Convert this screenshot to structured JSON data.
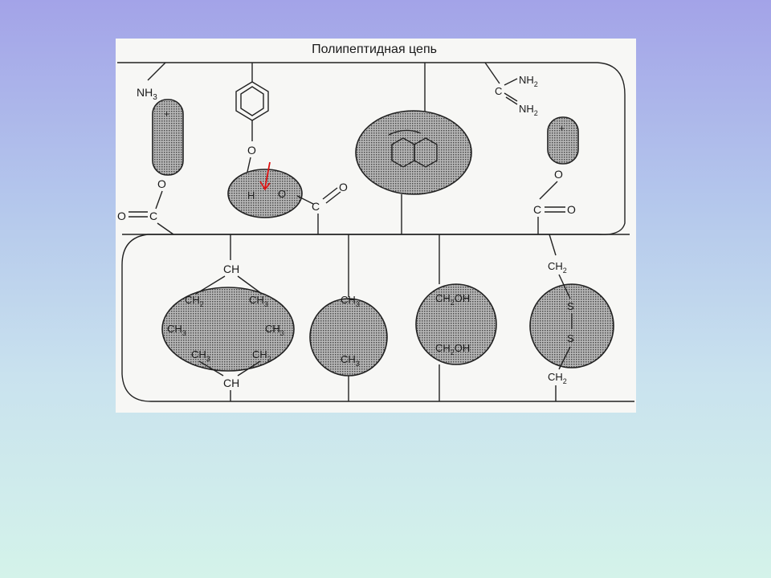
{
  "title": "Полипептидная цепь",
  "labels": {
    "nh3": "NH",
    "nh3_sub": "3",
    "plus1": "+",
    "ester_o": "O",
    "carbonyl_left": "O",
    "c_left": "C",
    "phenol_o": "O",
    "h": "H",
    "o_neg": "O",
    "o_neg_sup": "-",
    "c_mid": "C",
    "o_mid": "O",
    "nh2_top": "NH",
    "nh2_bot": "NH",
    "sub2": "2",
    "c_arg": "C",
    "plus2": "+",
    "o_right": "O",
    "c_right": "C",
    "o_right2": "O",
    "ch_top": "CH",
    "ch2_a": "CH",
    "ch3_b": "CH",
    "ch3_c": "CH",
    "ch3_d": "CH",
    "ch3_e": "CH",
    "ch2_f": "CH",
    "ch_bot": "CH",
    "ch3_ala1": "CH",
    "ch3_ala2": "CH",
    "ch2oh_1": "CH",
    "ch2oh_2": "CH",
    "oh": "OH",
    "ch2_cys_top": "CH",
    "s1": "S",
    "s2": "S",
    "ch2_cys_bot": "CH",
    "sub3": "3"
  },
  "colors": {
    "arrow": "#e01010",
    "ink": "#222222"
  }
}
